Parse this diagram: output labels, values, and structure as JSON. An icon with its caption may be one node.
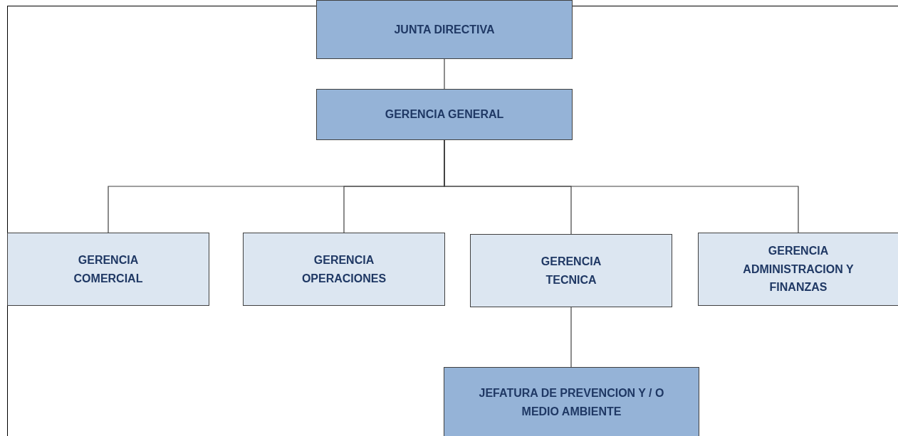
{
  "diagram": {
    "nodes": [
      {
        "text": [
          "JUNTA DIRECTIVA"
        ]
      },
      {
        "text": [
          "GERENCIA GENERAL"
        ]
      },
      {
        "text": [
          "GERENCIA COMERCIAL"
        ]
      },
      {
        "text": [
          "GERENCIA OPERACIONES"
        ]
      },
      {
        "text": [
          "GERENCIA TECNICA"
        ]
      },
      {
        "text": [
          "GERENCIA ADMINISTRACION Y FINANZAS"
        ]
      },
      {
        "text": [
          "JEFATURA DE PREVENCION Y / O MEDIO AMBIENTE"
        ]
      }
    ],
    "edges": [
      {
        "from": 0,
        "to": 1,
        "arrow": "none"
      },
      {
        "from": 1,
        "to": 2,
        "arrow": "none"
      },
      {
        "from": 1,
        "to": 3,
        "arrow": "none"
      },
      {
        "from": 1,
        "to": 4,
        "arrow": "none"
      },
      {
        "from": 1,
        "to": 5,
        "arrow": "none"
      },
      {
        "from": 4,
        "to": 6,
        "arrow": "none"
      }
    ]
  }
}
